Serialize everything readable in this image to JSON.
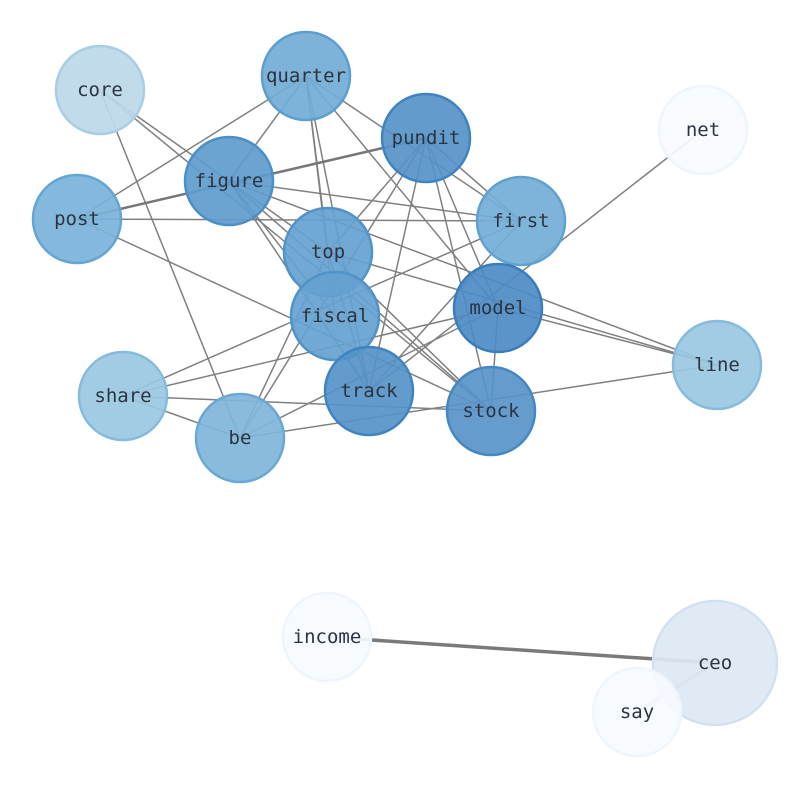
{
  "graph": {
    "nodes": [
      {
        "id": "core",
        "label": "core",
        "color": "#bcd8e9",
        "stroke": "#a9cde3"
      },
      {
        "id": "quarter",
        "label": "quarter",
        "color": "#72acd6",
        "stroke": "#5c9ecf"
      },
      {
        "id": "pundit",
        "label": "pundit",
        "color": "#5592c8",
        "stroke": "#3f84c0"
      },
      {
        "id": "net",
        "label": "net",
        "color": "#f6faff",
        "stroke": "#eef5fd"
      },
      {
        "id": "figure",
        "label": "figure",
        "color": "#5f9ccd",
        "stroke": "#4a8fc5"
      },
      {
        "id": "post",
        "label": "post",
        "color": "#79b2d9",
        "stroke": "#64a5d2"
      },
      {
        "id": "first",
        "label": "first",
        "color": "#74aed7",
        "stroke": "#5fa1d0"
      },
      {
        "id": "top",
        "label": "top",
        "color": "#65a1d0",
        "stroke": "#4f93c8"
      },
      {
        "id": "fiscal",
        "label": "fiscal",
        "color": "#65a1d0",
        "stroke": "#4f93c8"
      },
      {
        "id": "model",
        "label": "model",
        "color": "#4d8bc4",
        "stroke": "#3a7dbc"
      },
      {
        "id": "line",
        "label": "line",
        "color": "#9ac8e2",
        "stroke": "#86bbdc"
      },
      {
        "id": "share",
        "label": "share",
        "color": "#9ac8e2",
        "stroke": "#86bbdc"
      },
      {
        "id": "track",
        "label": "track",
        "color": "#5592c8",
        "stroke": "#3f84c0"
      },
      {
        "id": "stock",
        "label": "stock",
        "color": "#5994c9",
        "stroke": "#4487c1"
      },
      {
        "id": "be",
        "label": "be",
        "color": "#7fb5da",
        "stroke": "#6aa8d3"
      },
      {
        "id": "income",
        "label": "income",
        "color": "#f6faff",
        "stroke": "#eef5fd"
      },
      {
        "id": "ceo",
        "label": "ceo",
        "color": "#dde8f4",
        "stroke": "#d2e1f0"
      },
      {
        "id": "say",
        "label": "say",
        "color": "#f6faff",
        "stroke": "#eef5fd"
      }
    ],
    "edges": [
      {
        "source": "core",
        "target": "figure",
        "weight": 1.5,
        "color": "#808080"
      },
      {
        "source": "core",
        "target": "stock",
        "weight": 1.5,
        "color": "#808080"
      },
      {
        "source": "core",
        "target": "be",
        "weight": 1.5,
        "color": "#808080"
      },
      {
        "source": "quarter",
        "target": "figure",
        "weight": 1.5,
        "color": "#808080"
      },
      {
        "source": "quarter",
        "target": "post",
        "weight": 1.5,
        "color": "#808080"
      },
      {
        "source": "quarter",
        "target": "first",
        "weight": 1.5,
        "color": "#808080"
      },
      {
        "source": "quarter",
        "target": "top",
        "weight": 1.5,
        "color": "#808080"
      },
      {
        "source": "quarter",
        "target": "fiscal",
        "weight": 1.5,
        "color": "#808080"
      },
      {
        "source": "quarter",
        "target": "track",
        "weight": 1.5,
        "color": "#808080"
      },
      {
        "source": "quarter",
        "target": "model",
        "weight": 1.5,
        "color": "#808080"
      },
      {
        "source": "pundit",
        "target": "post",
        "weight": 2.5,
        "color": "#777777"
      },
      {
        "source": "pundit",
        "target": "first",
        "weight": 1.5,
        "color": "#808080"
      },
      {
        "source": "pundit",
        "target": "top",
        "weight": 1.5,
        "color": "#808080"
      },
      {
        "source": "pundit",
        "target": "track",
        "weight": 1.5,
        "color": "#808080"
      },
      {
        "source": "pundit",
        "target": "stock",
        "weight": 1.5,
        "color": "#808080"
      },
      {
        "source": "pundit",
        "target": "model",
        "weight": 1.5,
        "color": "#808080"
      },
      {
        "source": "pundit",
        "target": "be",
        "weight": 1.5,
        "color": "#808080"
      },
      {
        "source": "net",
        "target": "track",
        "weight": 1.5,
        "color": "#808080"
      },
      {
        "source": "figure",
        "target": "first",
        "weight": 1.5,
        "color": "#808080"
      },
      {
        "source": "figure",
        "target": "top",
        "weight": 1.5,
        "color": "#808080"
      },
      {
        "source": "figure",
        "target": "track",
        "weight": 1.5,
        "color": "#808080"
      },
      {
        "source": "figure",
        "target": "stock",
        "weight": 1.5,
        "color": "#808080"
      },
      {
        "source": "figure",
        "target": "line",
        "weight": 1.5,
        "color": "#808080"
      },
      {
        "source": "figure",
        "target": "fiscal",
        "weight": 1.5,
        "color": "#808080"
      },
      {
        "source": "post",
        "target": "first",
        "weight": 1.5,
        "color": "#808080"
      },
      {
        "source": "post",
        "target": "stock",
        "weight": 1.5,
        "color": "#808080"
      },
      {
        "source": "first",
        "target": "share",
        "weight": 1.5,
        "color": "#808080"
      },
      {
        "source": "first",
        "target": "track",
        "weight": 1.5,
        "color": "#808080"
      },
      {
        "source": "top",
        "target": "line",
        "weight": 1.5,
        "color": "#808080"
      },
      {
        "source": "top",
        "target": "be",
        "weight": 1.5,
        "color": "#808080"
      },
      {
        "source": "top",
        "target": "stock",
        "weight": 1.5,
        "color": "#808080"
      },
      {
        "source": "top",
        "target": "track",
        "weight": 1.5,
        "color": "#808080"
      },
      {
        "source": "model",
        "target": "share",
        "weight": 1.5,
        "color": "#808080"
      },
      {
        "source": "model",
        "target": "stock",
        "weight": 1.5,
        "color": "#808080"
      },
      {
        "source": "model",
        "target": "be",
        "weight": 1.5,
        "color": "#808080"
      },
      {
        "source": "model",
        "target": "line",
        "weight": 1.5,
        "color": "#808080"
      },
      {
        "source": "share",
        "target": "stock",
        "weight": 1.5,
        "color": "#808080"
      },
      {
        "source": "share",
        "target": "be",
        "weight": 1.5,
        "color": "#808080"
      },
      {
        "source": "be",
        "target": "line",
        "weight": 1.5,
        "color": "#808080"
      },
      {
        "source": "income",
        "target": "ceo",
        "weight": 3.5,
        "color": "#7a7a7a"
      },
      {
        "source": "ceo",
        "target": "say",
        "weight": 3.5,
        "color": "#b7c3ce"
      }
    ]
  }
}
